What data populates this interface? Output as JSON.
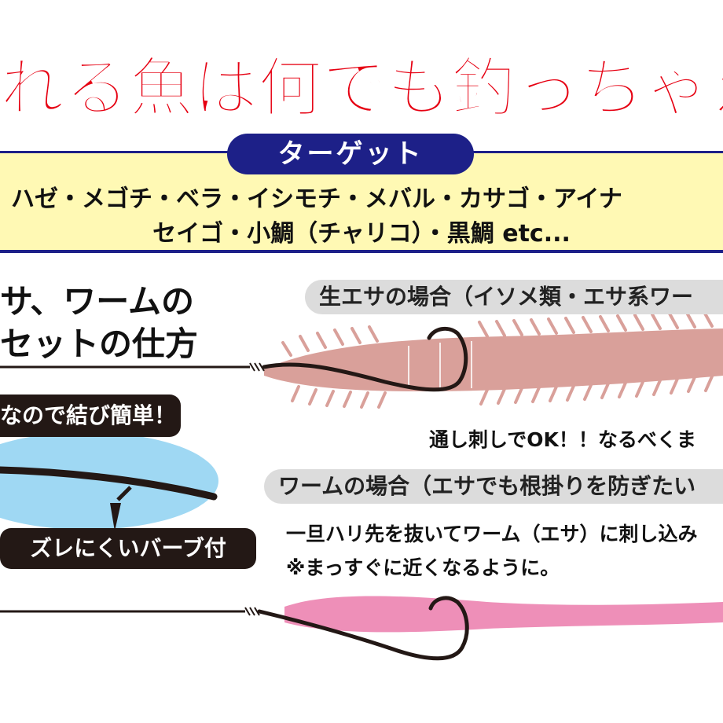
{
  "headline": "れる魚は何でも釣っちゃえ",
  "target": {
    "label": "ターゲット",
    "line1": "ハゼ・メゴチ・ベラ・イシモチ・メバル・カサゴ・アイナ",
    "line2": "セイゴ・小鯛（チャリコ）・黒鯛 etc..."
  },
  "howto": {
    "title_line1": "サ、ワームの",
    "title_line2": "セットの仕方",
    "easy_tie_label": "なので結び簡単！",
    "barb_label": "ズレにくいバーブ付"
  },
  "bait_case": {
    "label": "生エサの場合（イソメ類・エサ系ワー",
    "note": "通し刺しでOK！！なるべくま"
  },
  "worm_case": {
    "label": "ワームの場合（エサでも根掛りを防ぎたい",
    "note1": "一旦ハリ先を抜いてワーム（エサ）に刺し込み",
    "note2": "※まっすぐに近くなるように。"
  },
  "colors": {
    "headline_red": "#e60012",
    "navy": "#1d2088",
    "band_yellow": "#fff9b4",
    "bait_worm": "#d9a09a",
    "soft_worm": "#ee8fb8",
    "light_blue": "#9fd8f3"
  }
}
